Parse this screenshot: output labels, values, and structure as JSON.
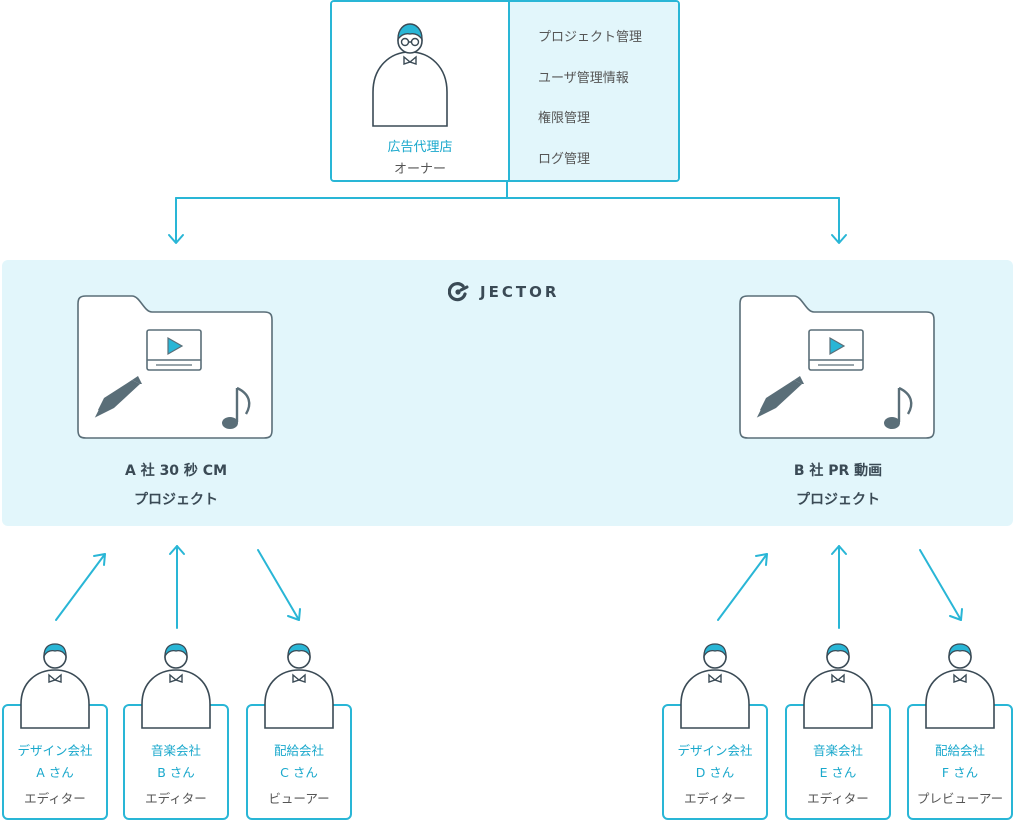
{
  "owner": {
    "company": "広告代理店",
    "role": "オーナー",
    "permissions": [
      "プロジェクト管理",
      "ユーザ管理情報",
      "権限管理",
      "ログ管理"
    ]
  },
  "brand": {
    "name": "JECTOR"
  },
  "projects": [
    {
      "line1": "A 社 30 秒 CM",
      "line2": "プロジェクト"
    },
    {
      "line1": "B 社 PR 動画",
      "line2": "プロジェクト"
    }
  ],
  "members": [
    {
      "company": "デザイン会社",
      "name": "A さん",
      "role": "エディター"
    },
    {
      "company": "音楽会社",
      "name": "B さん",
      "role": "エディター"
    },
    {
      "company": "配給会社",
      "name": "C さん",
      "role": "ビューアー"
    },
    {
      "company": "デザイン会社",
      "name": "D さん",
      "role": "エディター"
    },
    {
      "company": "音楽会社",
      "name": "E さん",
      "role": "エディター"
    },
    {
      "company": "配給会社",
      "name": "F さん",
      "role": "プレビューアー"
    }
  ],
  "colors": {
    "accent": "#29b6d6",
    "panel": "#e2f6fb",
    "ink": "#3a4a55",
    "icon": "#5a6e78"
  }
}
